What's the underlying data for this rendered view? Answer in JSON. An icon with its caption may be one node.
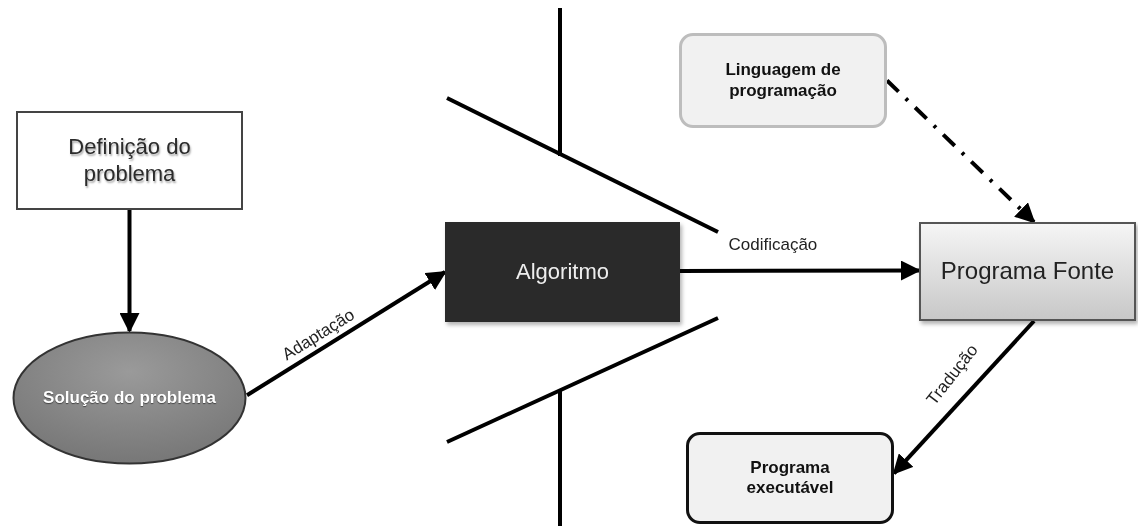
{
  "diagram": {
    "nodes": [
      {
        "text": [
          "Definição do problema"
        ]
      },
      {
        "text": [
          "Solução do problema"
        ]
      },
      {
        "text": [
          "Algoritmo"
        ]
      },
      {
        "text": [
          "Linguagem de programação"
        ]
      },
      {
        "text": [
          "Programa Fonte"
        ]
      },
      {
        "text": [
          "Programa executável"
        ]
      }
    ],
    "edges": [
      {
        "from": 0,
        "to": 1,
        "arrow": "to"
      },
      {
        "from": 1,
        "to": 2,
        "arrow": "to",
        "label": "Adaptação"
      },
      {
        "from": 2,
        "to": 4,
        "arrow": "to",
        "label": "Codificação"
      },
      {
        "from": 3,
        "to": 4,
        "arrow": "to",
        "style": "dashed"
      },
      {
        "from": 4,
        "to": 5,
        "arrow": "to",
        "label": "Tradução"
      }
    ]
  }
}
